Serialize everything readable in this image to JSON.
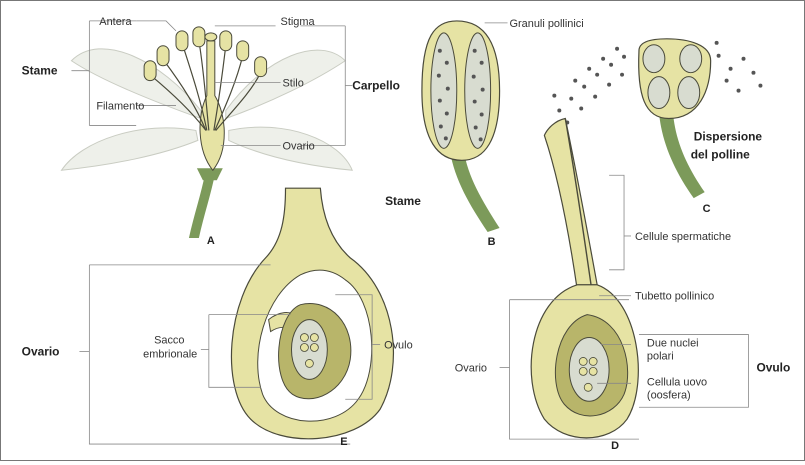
{
  "colors": {
    "tissue": "#e6e3a4",
    "tissue_dark": "#b8b56a",
    "stem": "#7c9a5a",
    "petal": "#e9ece6",
    "outline": "#4a4a3a",
    "grain": "#555555",
    "sac": "#d8dcd0"
  },
  "labels": {
    "antera": "Antera",
    "stigma": "Stigma",
    "stame_left": "Stame",
    "stilo": "Stilo",
    "carpello": "Carpello",
    "filamento": "Filamento",
    "ovario_a": "Ovario",
    "granuli_pollinici": "Granuli pollinici",
    "stame_b": "Stame",
    "dispersione_l1": "Dispersione",
    "dispersione_l2": "del polline",
    "cellule_spermatiche": "Cellule spermatiche",
    "tubetto_pollinico": "Tubetto pollinico",
    "due_nuclei_l1": "Due nuclei",
    "due_nuclei_l2": "polari",
    "cellula_uovo_l1": "Cellula uovo",
    "cellula_uovo_l2": "(oosfera)",
    "ovulo_d": "Ovulo",
    "ovario_d": "Ovario",
    "ovario_e": "Ovario",
    "sacco_l1": "Sacco",
    "sacco_l2": "embrionale",
    "ovulo_e": "Ovulo"
  },
  "panels": {
    "a": "A",
    "b": "B",
    "c": "C",
    "d": "D",
    "e": "E"
  }
}
